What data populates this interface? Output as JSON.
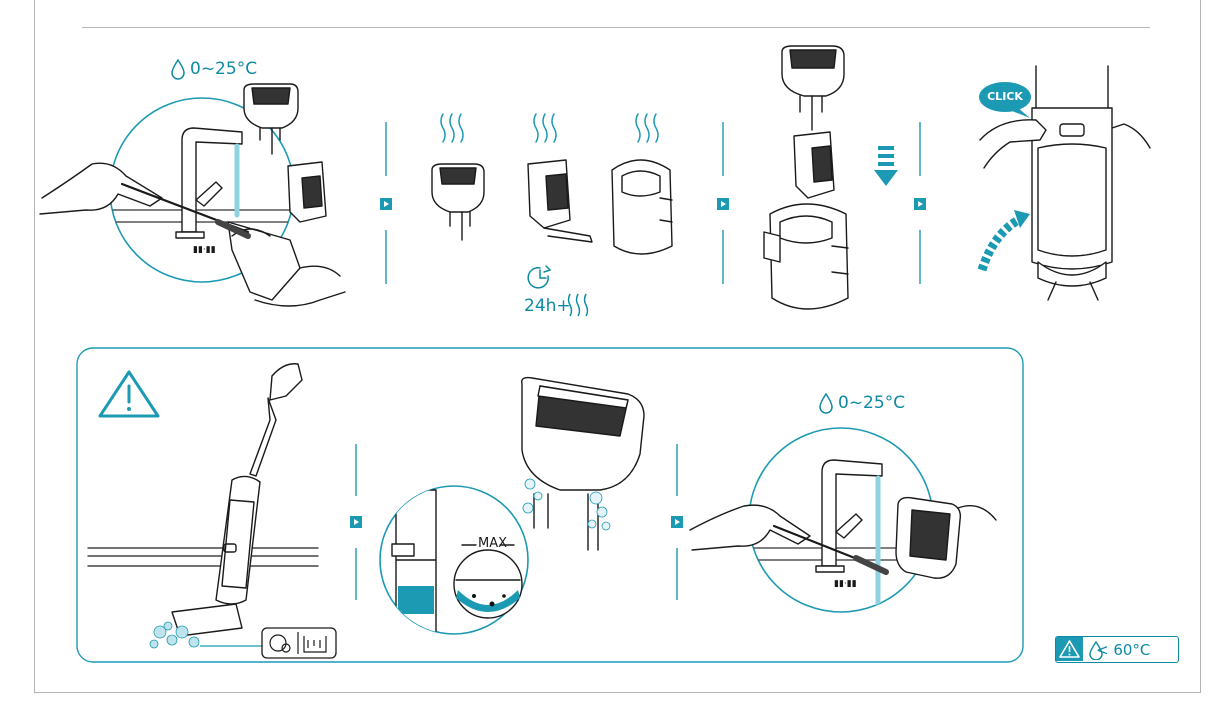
{
  "step1": {
    "water_temperature": "0~25°C"
  },
  "step2": {
    "drying_duration": "24h+"
  },
  "step4": {
    "click_label": "CLICK"
  },
  "warning_panel": {
    "water_temperature": "0~25°C",
    "max_level_label": "MAX"
  },
  "footer": {
    "temperature_limit": "< 60°C"
  },
  "colors": {
    "accent": "#1c9ab3",
    "text_accent": "#0d8aa3",
    "line": "#1a1a1a",
    "water": "#1c9ab3"
  },
  "icons": [
    "water-drop-icon",
    "heat-waves-icon",
    "arrow-right-icon",
    "timer-icon",
    "down-arrow-icon",
    "curved-arrow-icon",
    "warning-triangle-icon"
  ]
}
